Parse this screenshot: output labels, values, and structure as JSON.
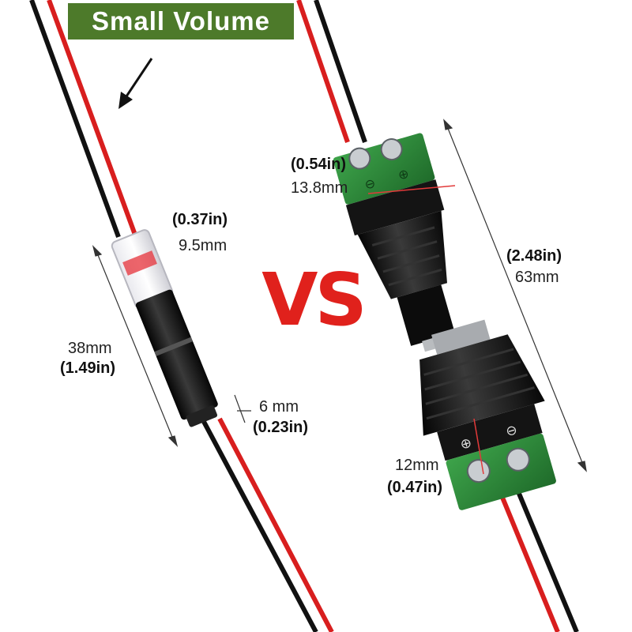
{
  "banner": {
    "text": "Small Volume"
  },
  "vs": {
    "text": "VS"
  },
  "small_connector": {
    "width_in": "(0.37in)",
    "width_mm": "9.5mm",
    "length_mm": "38mm",
    "length_in": "(1.49in)",
    "tip_mm": "6  mm",
    "tip_in": "(0.23in)"
  },
  "dc_connector": {
    "width_in": "(0.54in)",
    "width_mm": "13.8mm",
    "length_in": "(2.48in)",
    "length_mm": "63mm",
    "block_mm": "12mm",
    "block_in": "(0.47in)"
  },
  "colors": {
    "banner_bg": "#4d7a2a",
    "vs_red": "#e0211c",
    "wire_red": "#d81e1e",
    "wire_black": "#111111",
    "terminal_green": "#2f8a3a"
  }
}
